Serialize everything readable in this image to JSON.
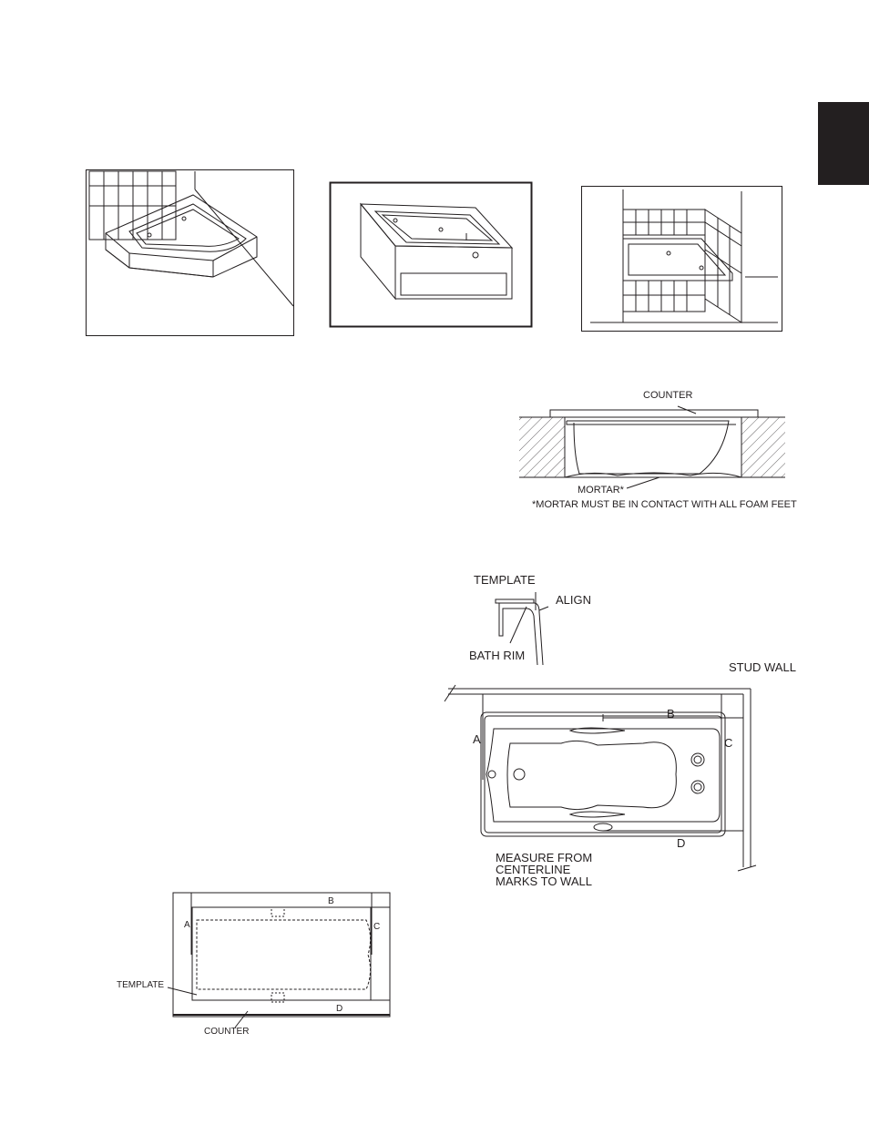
{
  "figures": {
    "counter_section": {
      "counter_label": "COUNTER",
      "mortar_label": "MORTAR*",
      "mortar_note": "*MORTAR MUST BE IN CONTACT WITH ALL FOAM FEET"
    },
    "template_detail": {
      "template_label": "TEMPLATE",
      "align_label": "ALIGN",
      "bath_rim_label": "BATH RIM"
    },
    "stud_wall_plan": {
      "stud_wall_label": "STUD WALL",
      "dim_a": "A",
      "dim_b": "B",
      "dim_c": "C",
      "dim_d": "D",
      "measure_note_line1": "MEASURE FROM",
      "measure_note_line2": "CENTERLINE",
      "measure_note_line3": "MARKS TO WALL"
    },
    "counter_plan": {
      "dim_a": "A",
      "dim_b": "B",
      "dim_c": "C",
      "dim_d": "D",
      "template_label": "TEMPLATE",
      "counter_label": "COUNTER"
    }
  }
}
